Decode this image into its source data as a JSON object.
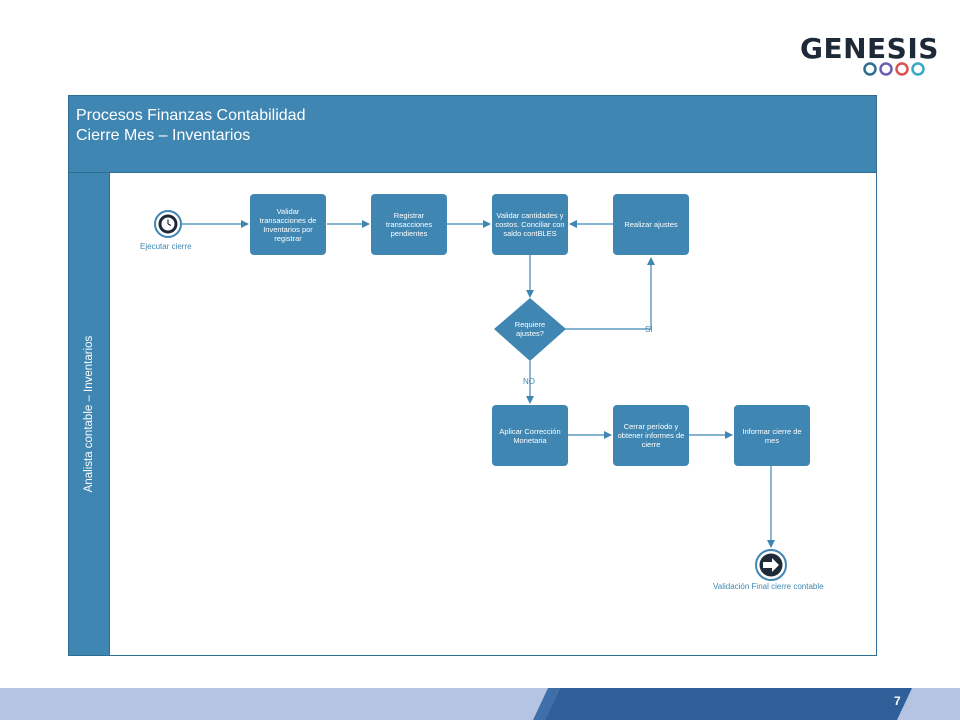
{
  "logo": {
    "text": "GENESIS",
    "ring_colors": [
      "#2f6d93",
      "#6a5fb5",
      "#d9534f",
      "#3aa7c9"
    ]
  },
  "pool": {
    "title_line1": "Procesos Finanzas Contabilidad",
    "title_line2": "Cierre Mes – Inventarios",
    "lane_label": "Analista contable – Inventarios"
  },
  "events": {
    "start_label": "Ejecutar cierre",
    "end_label": "Validación Final cierre contable"
  },
  "tasks": {
    "validar_transacciones": "Validar transacciones de Inventarios por registrar",
    "registrar_pendientes": "Registrar transacciones pendientes",
    "validar_cantidades": "Validar cantidades y costos. Conciliar con saldo contBLES",
    "realizar_ajustes": "Realizar ajustes",
    "aplicar_correccion": "Aplicar Corrección Monetaria",
    "cerrar_periodo": "Cerrar período y obtener informes de cierre",
    "informar_cierre": "Informar cierre de mes"
  },
  "decision": {
    "text": "Requiere ajustes?",
    "yes_label": "SI",
    "no_label": "NO"
  },
  "footer": {
    "page_number": "7"
  },
  "colors": {
    "accent": "#3f86b2",
    "border": "#2f6d93",
    "footer": "#b6c4e3",
    "footer_dark": "#2f5f98"
  }
}
